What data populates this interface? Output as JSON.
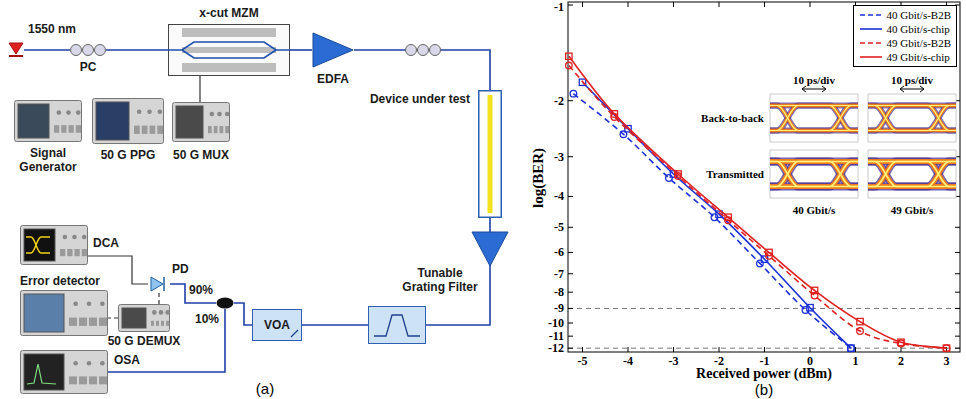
{
  "diagram": {
    "nodes": [
      {
        "text": [
          "1550 nm"
        ]
      },
      {
        "text": [
          "PC"
        ]
      },
      {
        "text": [
          "x-cut MZM"
        ]
      },
      {
        "text": [
          "EDFA"
        ]
      },
      {
        "text": [
          "Signal Generator"
        ]
      },
      {
        "text": [
          "50 G PPG"
        ]
      },
      {
        "text": [
          "50 G MUX"
        ]
      },
      {
        "text": [
          "Device under test"
        ]
      },
      {
        "text": [
          "DCA"
        ]
      },
      {
        "text": [
          "PD"
        ]
      },
      {
        "text": [
          "90%",
          "10%"
        ]
      },
      {
        "text": [
          "VOA"
        ]
      },
      {
        "text": [
          "Tunable Grating Filter"
        ]
      },
      {
        "text": [
          "Error detector"
        ]
      },
      {
        "text": [
          "50 G DEMUX"
        ]
      },
      {
        "text": [
          "OSA"
        ]
      }
    ],
    "edges": [
      {
        "from": 0,
        "to": 1,
        "arrow": "none"
      },
      {
        "from": 1,
        "to": 2,
        "arrow": "none"
      },
      {
        "from": 2,
        "to": 3,
        "arrow": "none"
      },
      {
        "from": 3,
        "to": 7,
        "arrow": "none"
      },
      {
        "from": 7,
        "to": 12,
        "arrow": "none"
      },
      {
        "from": 12,
        "to": 11,
        "arrow": "none"
      },
      {
        "from": 11,
        "to": 10,
        "arrow": "none"
      },
      {
        "from": 10,
        "to": 9,
        "arrow": "none"
      },
      {
        "from": 10,
        "to": 15,
        "arrow": "none"
      },
      {
        "from": 9,
        "to": 8,
        "arrow": "none"
      },
      {
        "from": 9,
        "to": 14,
        "arrow": "none"
      },
      {
        "from": 14,
        "to": 13,
        "arrow": "none"
      },
      {
        "from": 6,
        "to": 2,
        "arrow": "none"
      }
    ],
    "labels": [
      "(a)",
      "(b)",
      "-1",
      "-2",
      "-3",
      "-4",
      "-5",
      "-6",
      "-7",
      "-8",
      "-9",
      "-10",
      "-11",
      "-12",
      "-5",
      "-4",
      "-3",
      "-2",
      "-1",
      "0",
      "1",
      "2",
      "3",
      "log(BER)",
      "Received power (dBm)",
      "10 ps/div",
      "10 ps/div",
      "Back-to-back",
      "Transmitted",
      "40 Gbit/s",
      "49 Gbit/s"
    ],
    "legend": [
      {
        "text": "40 Gbit/s-B2B"
      },
      {
        "text": "40 Gbit/s-chip"
      },
      {
        "text": "49 Gbit/s-B2B"
      },
      {
        "text": "49 Gbit/s-chip"
      }
    ]
  }
}
